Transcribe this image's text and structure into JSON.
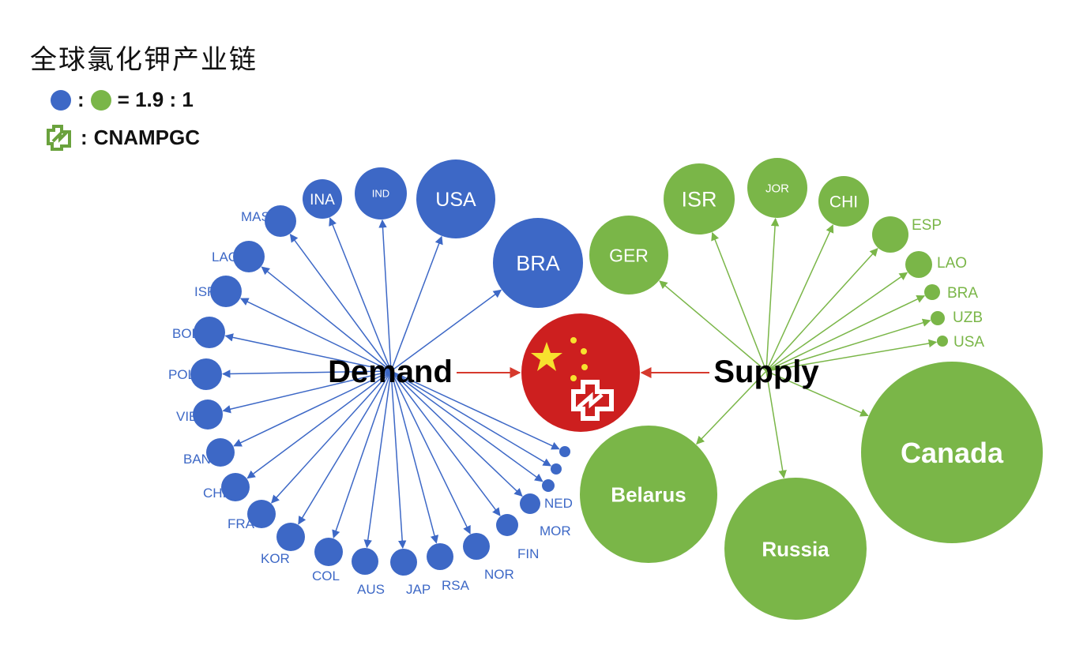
{
  "title": "全球氯化钾产业链",
  "legend": {
    "ratio_sep": ":",
    "ratio_text": "= 1.9 : 1",
    "logo_sep": ":",
    "logo_text": "CNAMPGC"
  },
  "colors": {
    "demand": "#3d68c6",
    "supply": "#7ab648",
    "china": "#cd1f1f",
    "link_red": "#d6392d"
  },
  "demand": {
    "label": "Demand",
    "nodes": [
      "MAS",
      "INA",
      "IND",
      "USA",
      "BRA",
      "LAO",
      "ISR",
      "BOL",
      "POL",
      "VIE",
      "BAN",
      "CHI",
      "FRA",
      "KOR",
      "COL",
      "AUS",
      "JAP",
      "RSA",
      "NOR",
      "FIN",
      "MOR",
      "NED",
      "",
      ""
    ]
  },
  "supply": {
    "label": "Supply",
    "nodes": [
      "GER",
      "ISR",
      "JOR",
      "CHI",
      "ESP",
      "LAO",
      "BRA",
      "UZB",
      "USA",
      "Canada",
      "Russia",
      "Belarus"
    ]
  }
}
